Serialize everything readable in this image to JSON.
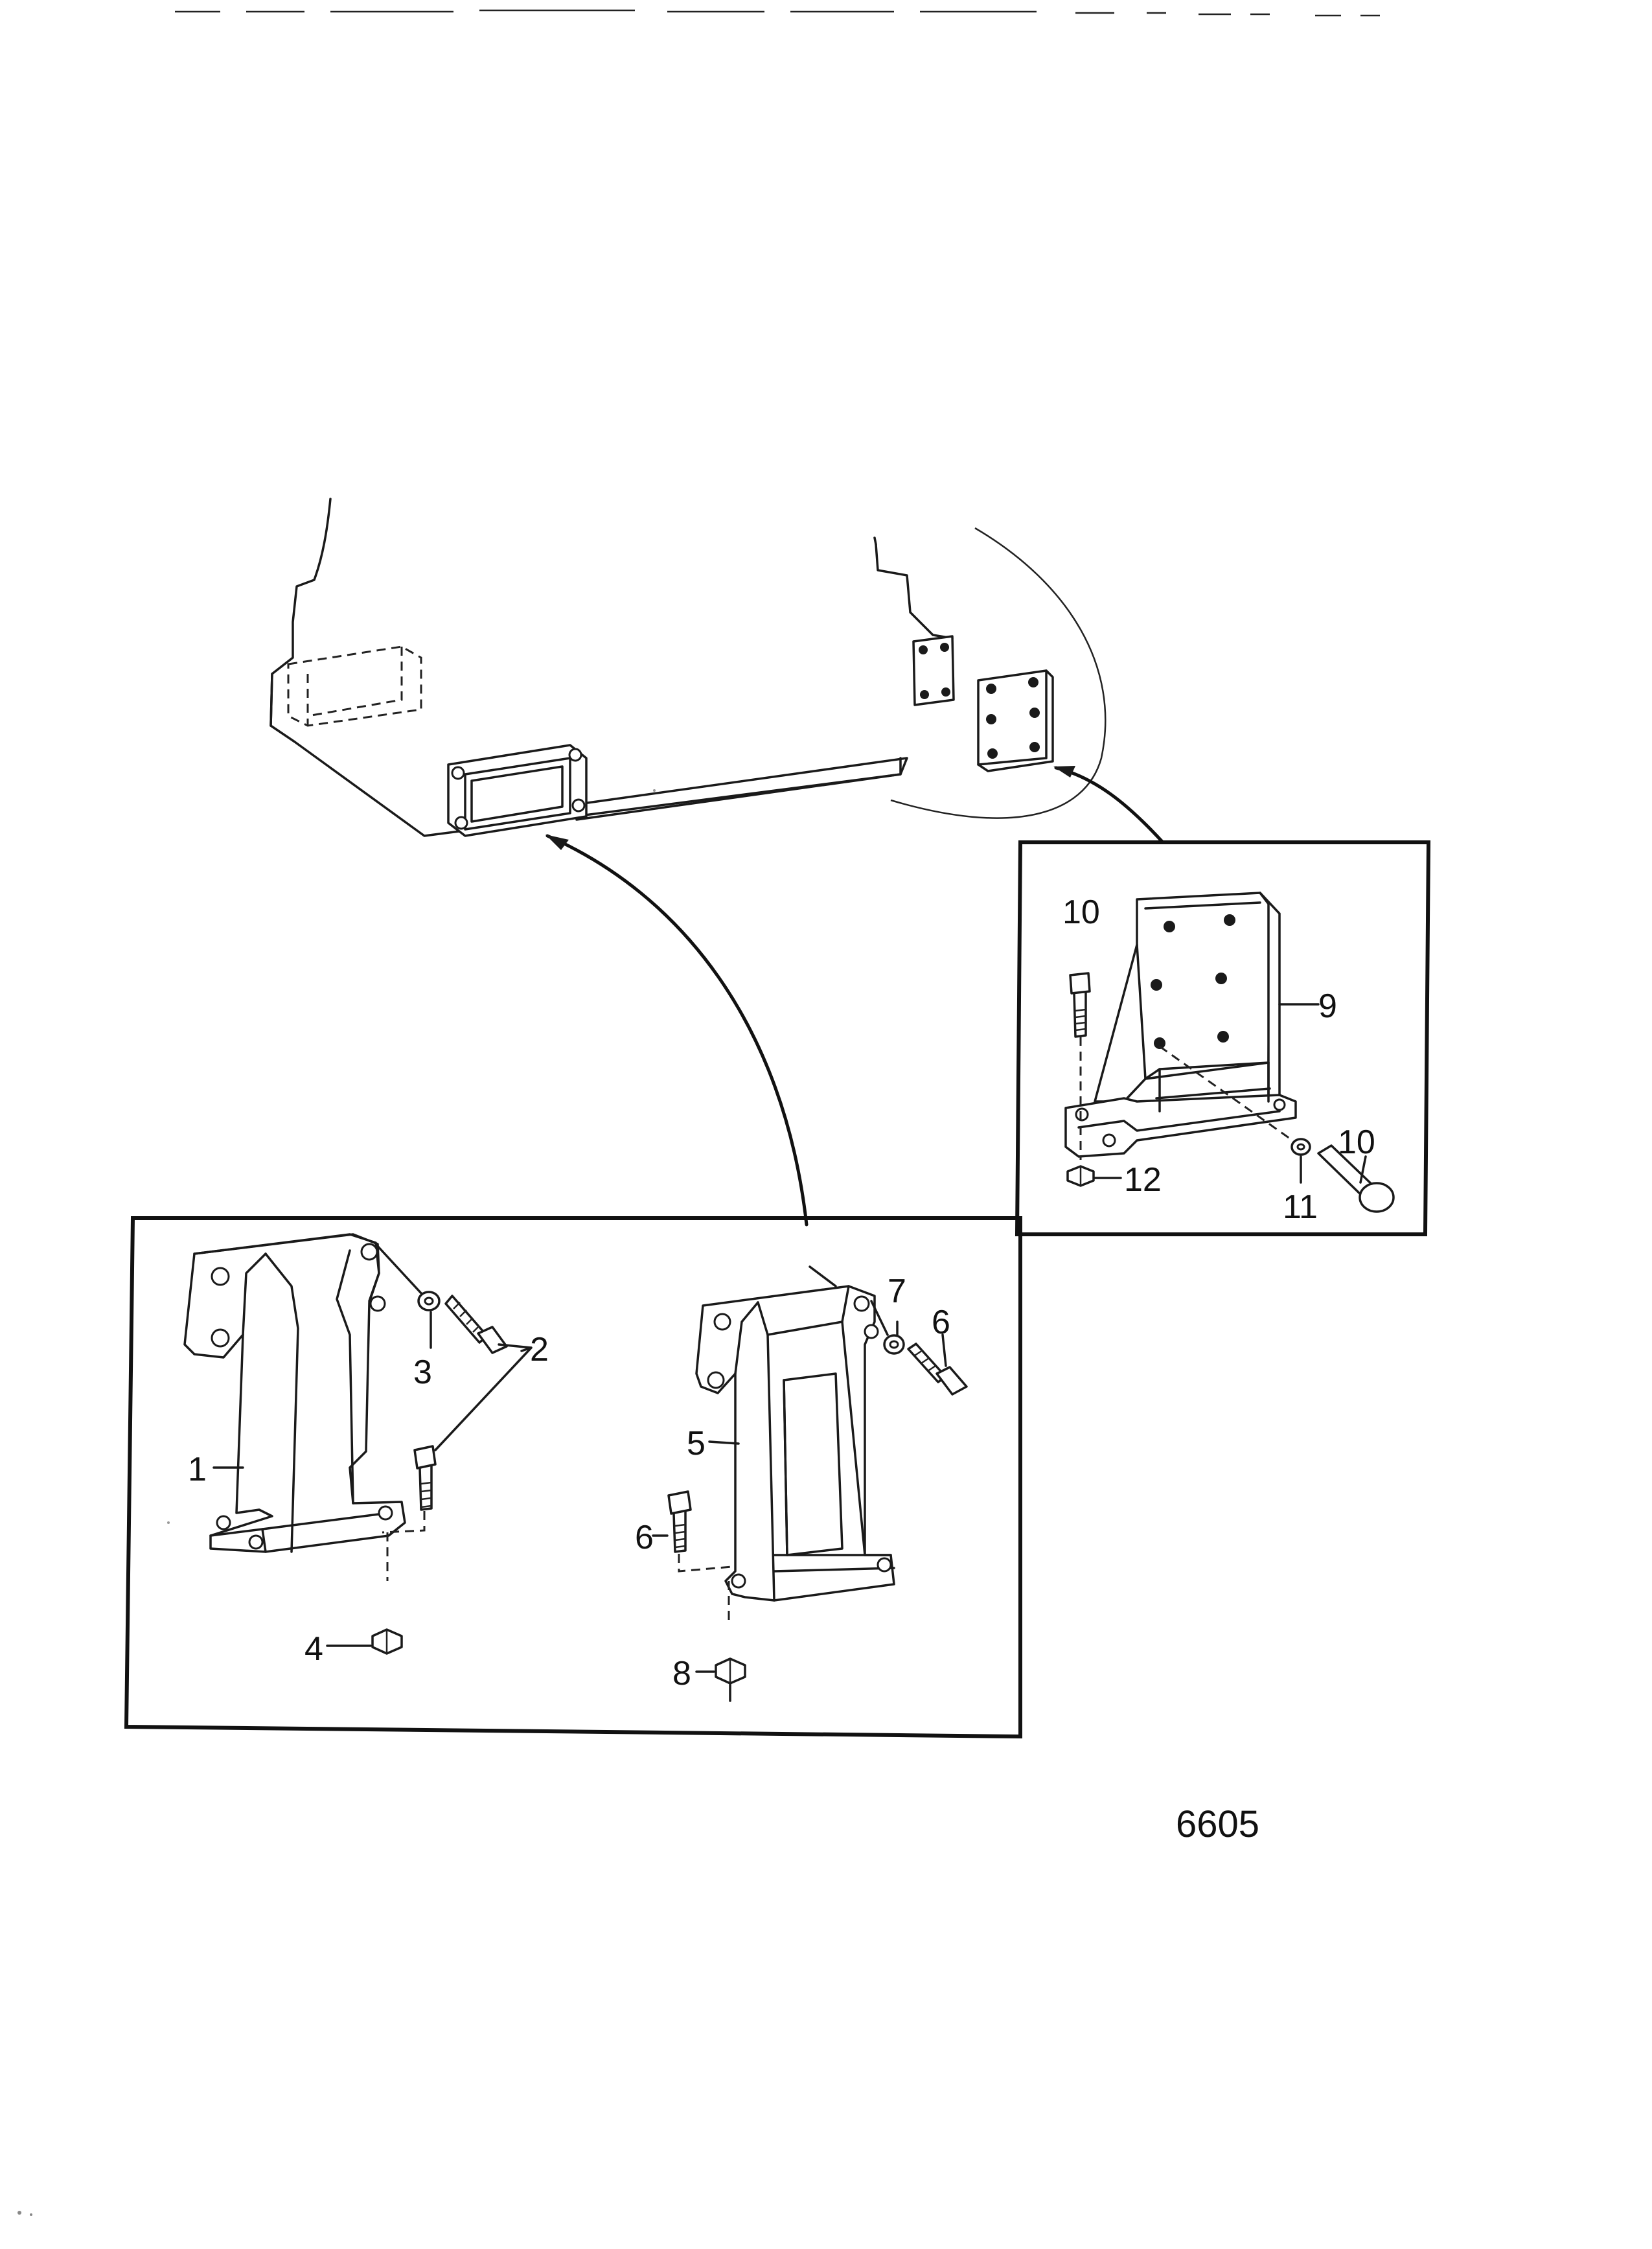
{
  "diagram": {
    "reference_number": "6605",
    "callouts": [
      {
        "id": "c1",
        "label": "1"
      },
      {
        "id": "c2",
        "label": "2"
      },
      {
        "id": "c3",
        "label": "3"
      },
      {
        "id": "c4",
        "label": "4"
      },
      {
        "id": "c5",
        "label": "5"
      },
      {
        "id": "c6a",
        "label": "6"
      },
      {
        "id": "c6b",
        "label": "6"
      },
      {
        "id": "c7",
        "label": "7"
      },
      {
        "id": "c8",
        "label": "8"
      },
      {
        "id": "c9",
        "label": "9"
      },
      {
        "id": "c10a",
        "label": "10"
      },
      {
        "id": "c10b",
        "label": "10"
      },
      {
        "id": "c11",
        "label": "11"
      },
      {
        "id": "c12",
        "label": "12"
      }
    ]
  }
}
